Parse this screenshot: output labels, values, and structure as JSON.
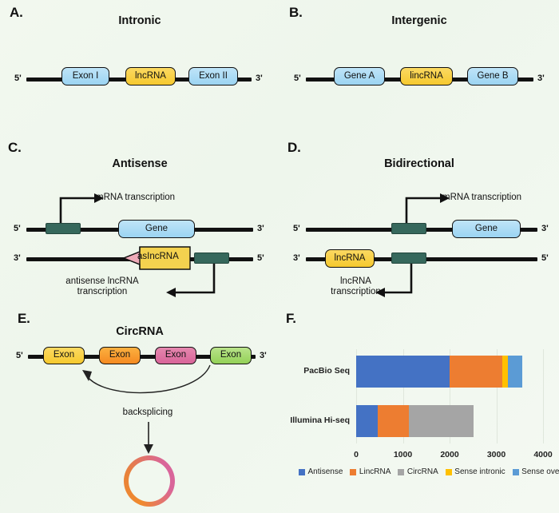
{
  "figure": {
    "panels": {
      "a": {
        "letter": "A.",
        "title": "Intronic",
        "five_prime": "5'",
        "three_prime": "3'",
        "boxes": [
          {
            "label": "Exon I",
            "color": "blue"
          },
          {
            "label": "lncRNA",
            "color": "yellow"
          },
          {
            "label": "Exon II",
            "color": "blue"
          }
        ]
      },
      "b": {
        "letter": "B.",
        "title": "Intergenic",
        "five_prime": "5'",
        "three_prime": "3'",
        "boxes": [
          {
            "label": "Gene A",
            "color": "blue"
          },
          {
            "label": "lincRNA",
            "color": "yellow"
          },
          {
            "label": "Gene B",
            "color": "blue"
          }
        ]
      },
      "c": {
        "letter": "C.",
        "title": "Antisense",
        "top_five_prime": "5'",
        "top_three_prime": "3'",
        "bottom_three_prime": "3'",
        "bottom_five_prime": "5'",
        "gene_label": "Gene",
        "antisense_label": "asIncRNA",
        "mrna_annotation": "mRNA transcription",
        "lncrna_annotation_line1": "antisense lncRNA",
        "lncrna_annotation_line2": "transcription"
      },
      "d": {
        "letter": "D.",
        "title": "Bidirectional",
        "top_five_prime": "5'",
        "top_three_prime": "3'",
        "bottom_three_prime": "3'",
        "bottom_five_prime": "5'",
        "gene_label": "Gene",
        "lncrna_label": "lncRNA",
        "mrna_annotation": "mRNA transcription",
        "lncrna_annotation_line1": "lncRNA",
        "lncrna_annotation_line2": "transcription"
      },
      "e": {
        "letter": "E.",
        "title": "CircRNA",
        "five_prime": "5'",
        "three_prime": "3'",
        "backsplicing_label": "backsplicing",
        "exons": [
          {
            "label": "Exon",
            "color": "yellow"
          },
          {
            "label": "Exon",
            "color": "orange"
          },
          {
            "label": "Exon",
            "color": "pink"
          },
          {
            "label": "Exon",
            "color": "green"
          }
        ]
      },
      "f": {
        "letter": "F."
      }
    }
  },
  "chart_data": {
    "type": "bar",
    "orientation": "horizontal",
    "stacked": true,
    "title": "",
    "xlabel": "",
    "ylabel": "",
    "categories": [
      "PacBio Seq",
      "Illumina Hi-seq"
    ],
    "series": [
      {
        "name": "Antisense",
        "color": "#4472c4",
        "values": [
          2000,
          470
        ]
      },
      {
        "name": "LincRNA",
        "color": "#ed7d31",
        "values": [
          1120,
          660
        ]
      },
      {
        "name": "CircRNA",
        "color": "#a5a5a5",
        "values": [
          0,
          1380
        ]
      },
      {
        "name": "Sense intronic",
        "color": "#ffc000",
        "values": [
          120,
          0
        ]
      },
      {
        "name": "Sense overlapping",
        "color": "#5b9bd5",
        "values": [
          310,
          0
        ]
      }
    ],
    "totals": [
      3550,
      2510
    ],
    "xlim": [
      0,
      4000
    ],
    "xticks": [
      0,
      1000,
      2000,
      3000,
      4000
    ],
    "xtick_labels": [
      "0",
      "1000",
      "2000",
      "3000",
      "4000"
    ],
    "grid": true,
    "legend_position": "bottom"
  }
}
